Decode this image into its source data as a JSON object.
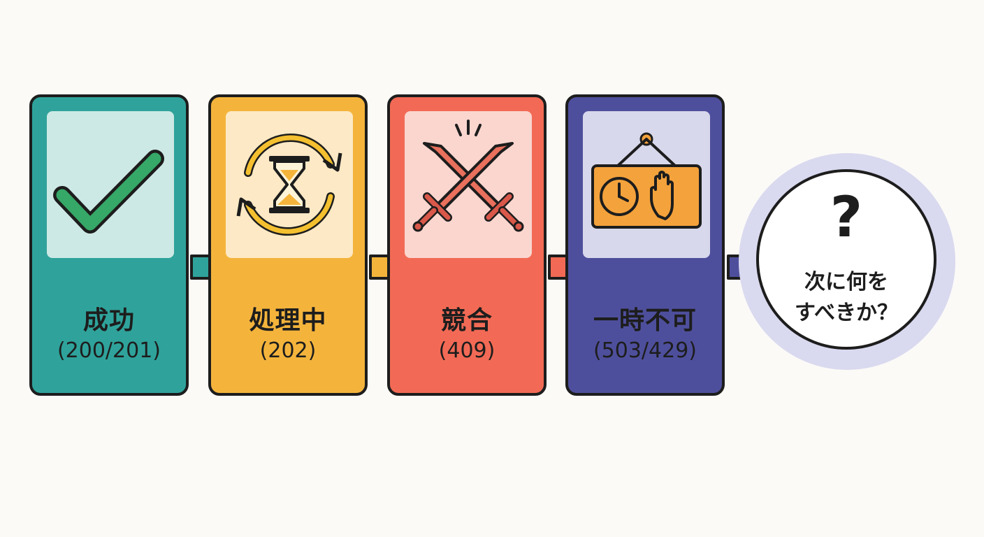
{
  "steps": [
    {
      "label": "成功",
      "code": "(200/201)",
      "icon": "checkmark-icon",
      "color": "#2fa39b",
      "panel": "#cde9e5"
    },
    {
      "label": "処理中",
      "code": "(202)",
      "icon": "hourglass-refresh-icon",
      "color": "#f4b43c",
      "panel": "#fde9c5"
    },
    {
      "label": "競合",
      "code": "(409)",
      "icon": "crossed-swords-icon",
      "color": "#f26a55",
      "panel": "#fad6cf"
    },
    {
      "label": "一時不可",
      "code": "(503/429)",
      "icon": "closed-sign-icon",
      "color": "#4e4f9c",
      "panel": "#d8d8ec"
    }
  ],
  "final": {
    "symbol": "?",
    "line1": "次に何を",
    "line2": "すべきか？"
  }
}
